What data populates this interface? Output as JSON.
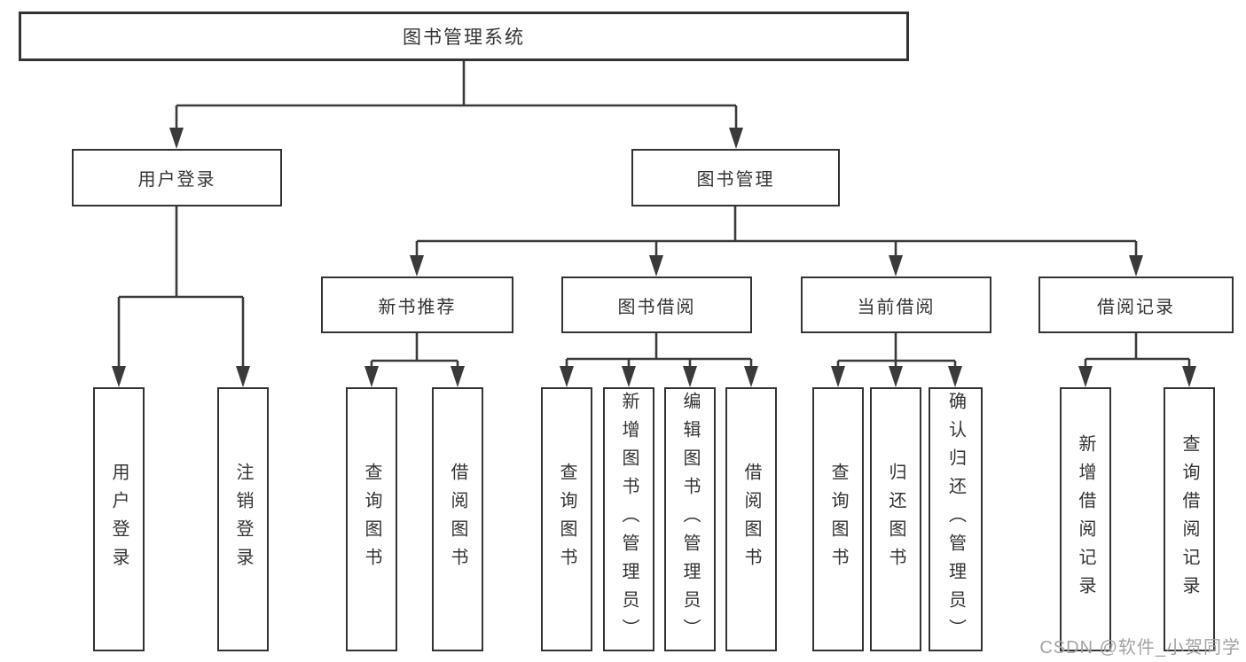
{
  "watermark": "CSDN @软件_小贺同学",
  "colors": {
    "line": "#3a3a3a",
    "box_border": "#333333",
    "text": "#333333",
    "watermark": "#a3a3a3",
    "background": "#ffffff"
  },
  "tree": {
    "root": {
      "label": "图书管理系统",
      "children": [
        {
          "label": "用户登录",
          "children": [
            {
              "label": "用户登录"
            },
            {
              "label": "注销登录"
            }
          ]
        },
        {
          "label": "图书管理",
          "children": [
            {
              "label": "新书推荐",
              "children": [
                {
                  "label": "查询图书"
                },
                {
                  "label": "借阅图书"
                }
              ]
            },
            {
              "label": "图书借阅",
              "children": [
                {
                  "label": "查询图书"
                },
                {
                  "label": "新增图书（管理员）"
                },
                {
                  "label": "编辑图书（管理员）"
                },
                {
                  "label": "借阅图书"
                }
              ]
            },
            {
              "label": "当前借阅",
              "children": [
                {
                  "label": "查询图书"
                },
                {
                  "label": "归还图书"
                },
                {
                  "label": "确认归还（管理员）"
                }
              ]
            },
            {
              "label": "借阅记录",
              "children": [
                {
                  "label": "新增借阅记录"
                },
                {
                  "label": "查询借阅记录"
                }
              ]
            }
          ]
        }
      ]
    }
  }
}
